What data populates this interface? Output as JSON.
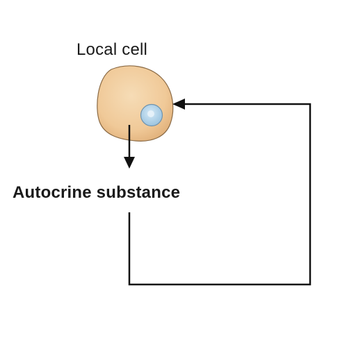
{
  "labels": {
    "cell": "Local cell",
    "substance": "Autocrine substance"
  },
  "colors": {
    "cell_fill": "#f0c998",
    "cell_stroke": "#8a6a45",
    "nucleus_fill": "#a9cde6",
    "nucleus_stroke": "#6f93ad",
    "arrow": "#111111"
  },
  "icons": {
    "cell": "cell-shape",
    "nucleus": "nucleus-shape"
  }
}
